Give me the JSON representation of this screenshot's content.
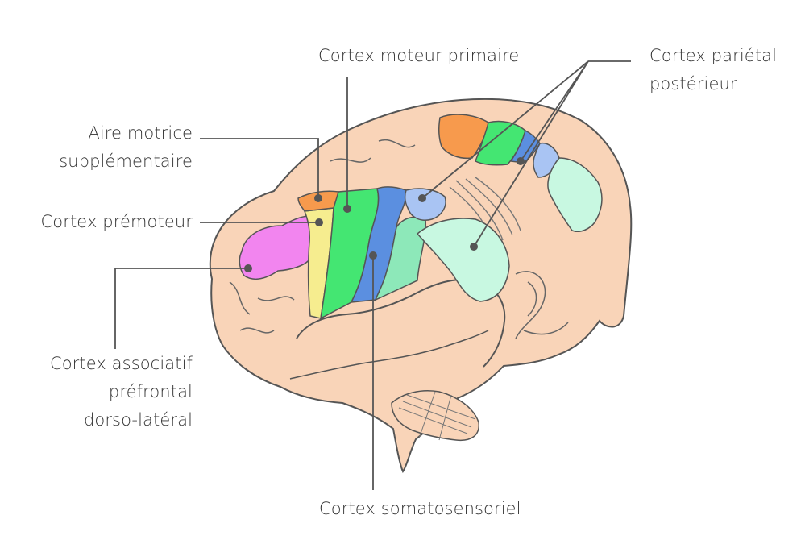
{
  "labels": {
    "primary_motor": "Cortex moteur primaire",
    "posterior_parietal": [
      "Cortex pariétal",
      "postérieur"
    ],
    "supplementary_motor": [
      "Aire motrice",
      "supplémentaire"
    ],
    "premotor": "Cortex prémoteur",
    "prefrontal": [
      "Cortex associatif",
      "préfrontal",
      "dorso-latéral"
    ],
    "somatosensory": "Cortex somatosensoriel"
  },
  "colors": {
    "brain": "#f9d4b8",
    "outline": "#555555",
    "supplementary_motor": "#f79a4d",
    "premotor": "#f6ed8f",
    "primary_motor": "#44e672",
    "somatosensory_primary": "#5b8fe0",
    "somatosensory_secondary": "#8de8b9",
    "parietal_light_blue": "#a9c4f3",
    "parietal_mint": "#c8f8e1",
    "prefrontal": "#f285ef",
    "leader_line": "#555555"
  }
}
